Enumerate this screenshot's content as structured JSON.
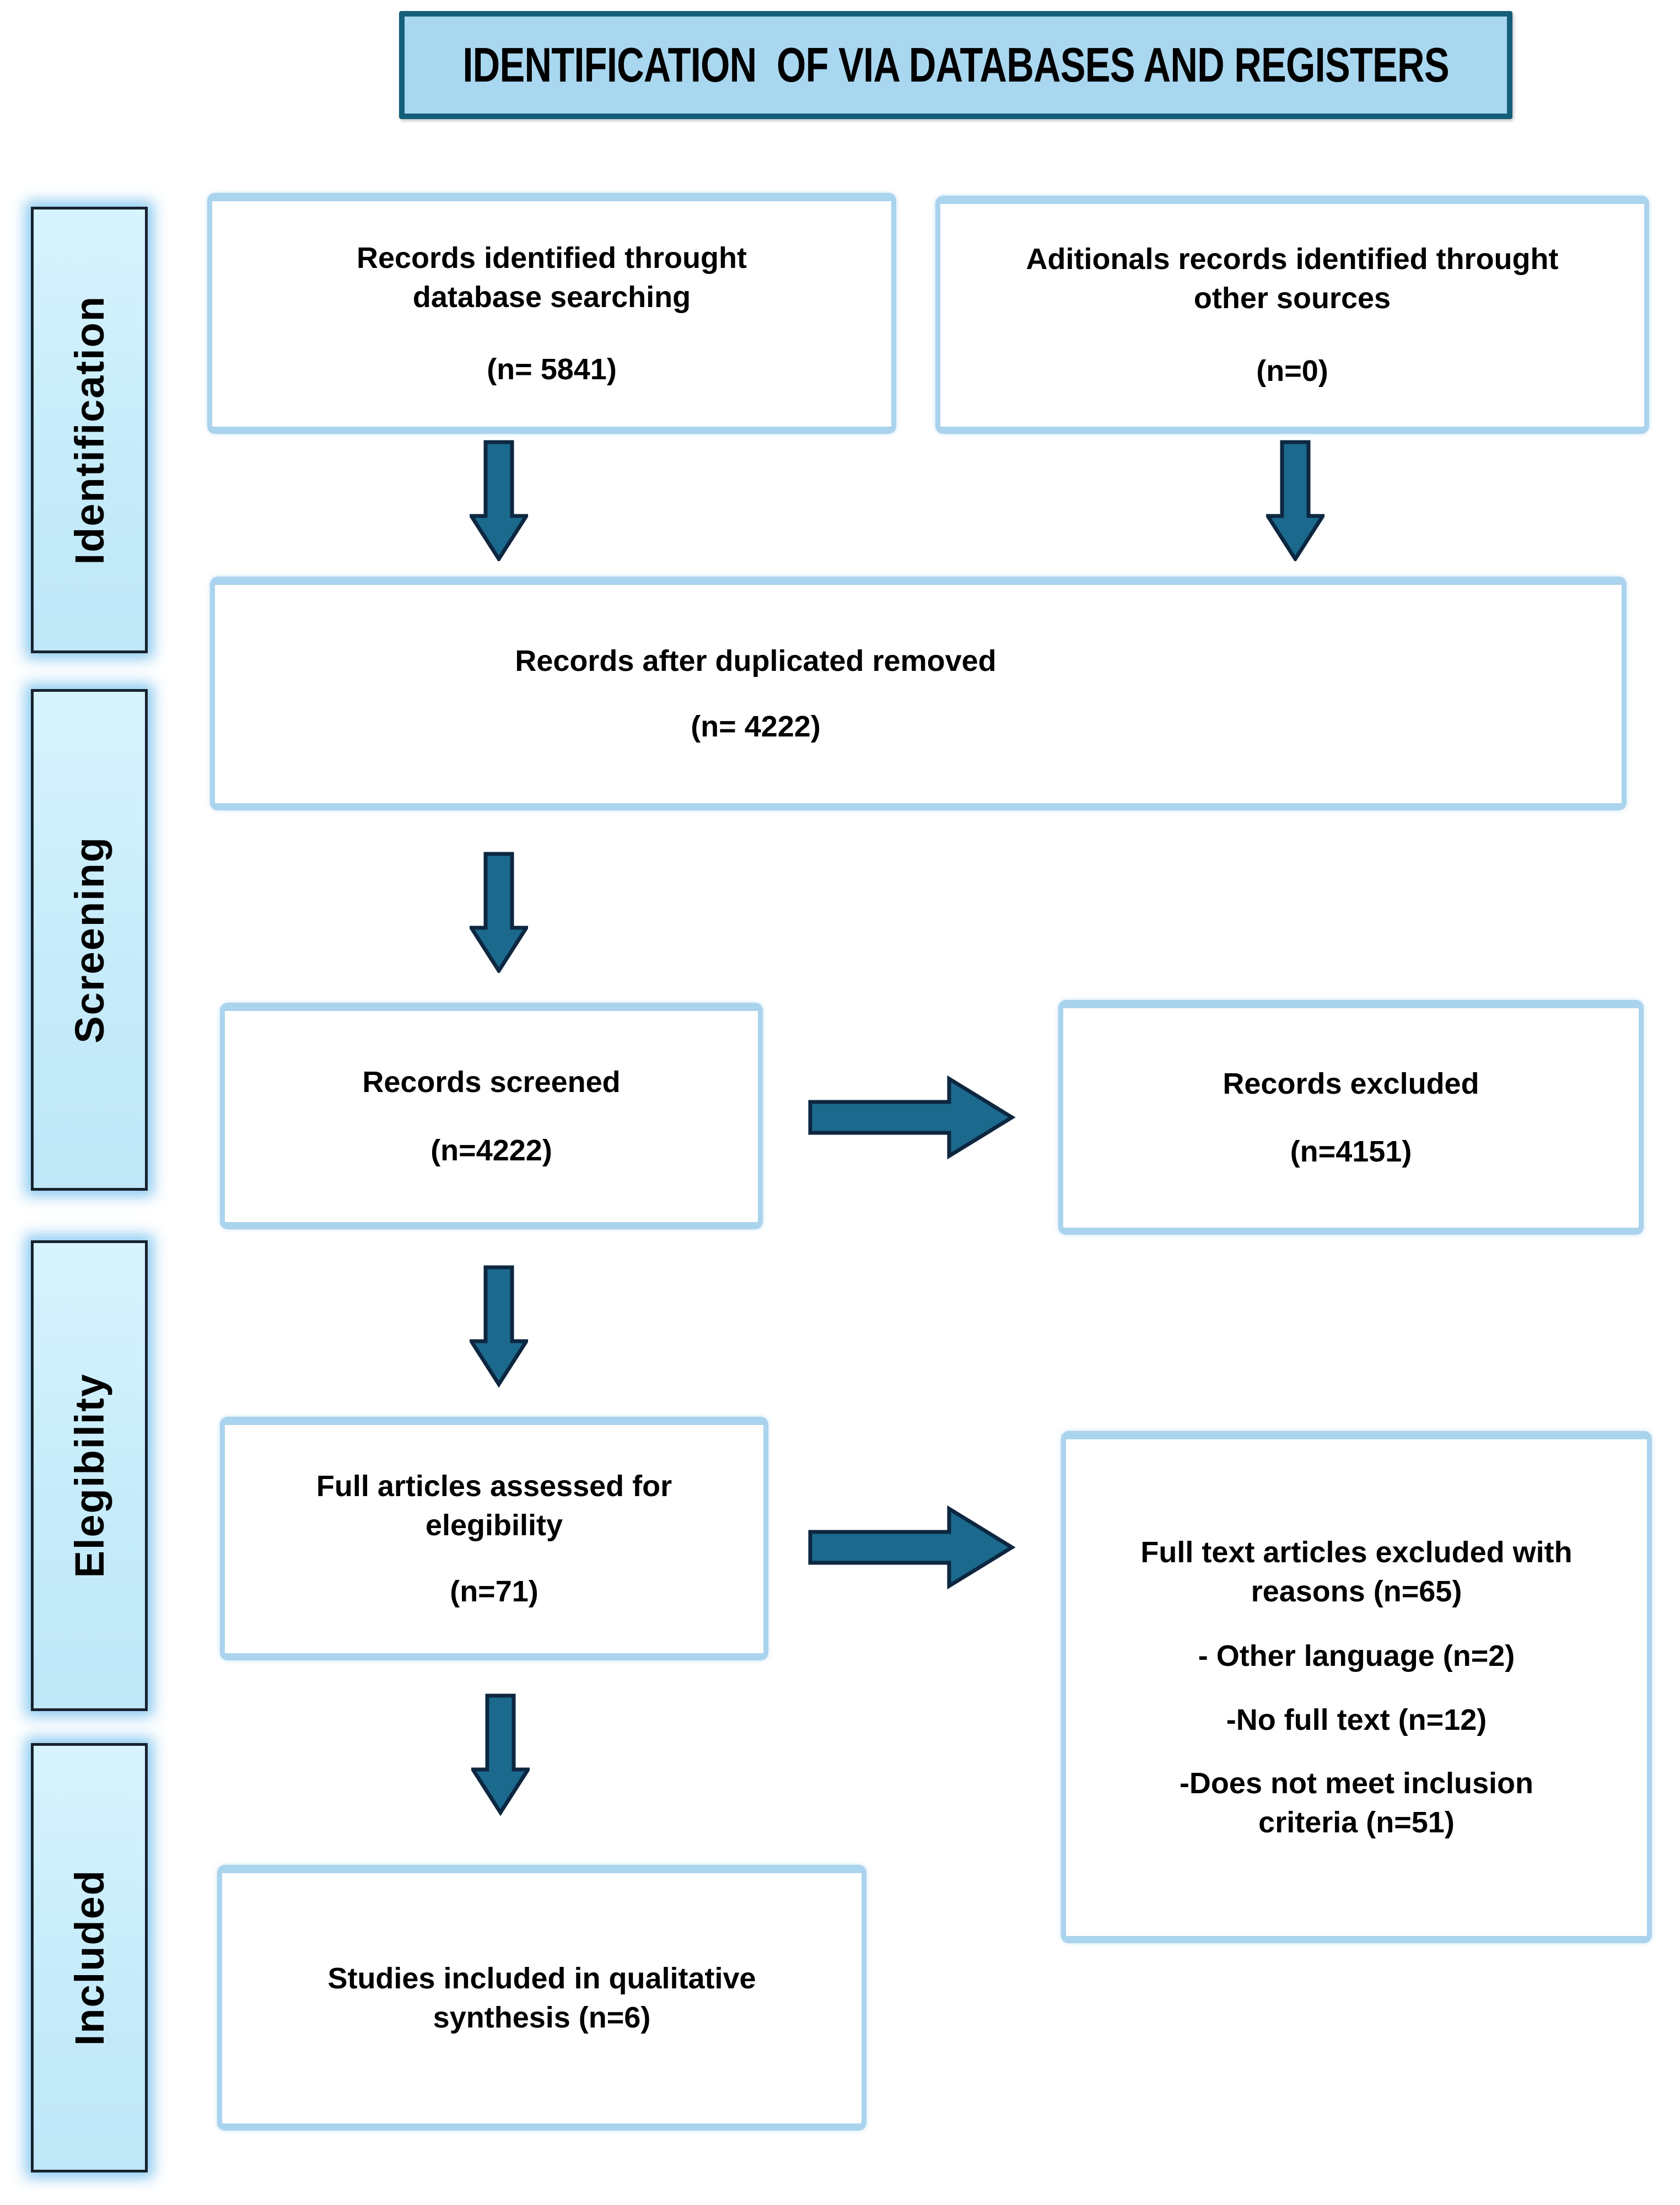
{
  "figure": {
    "title": "IDENTIFICATION  OF VIA DATABASES AND REGISTERS"
  },
  "stages": {
    "items": [
      {
        "label": "Identification"
      },
      {
        "label": "Screening"
      },
      {
        "label": "Elegibility"
      },
      {
        "label": "Included"
      }
    ]
  },
  "boxes": {
    "db_search": {
      "label": "Records identified throught\ndatabase searching",
      "count": "(n= 5841)"
    },
    "other_sources": {
      "label": "Aditionals records identified throught\nother sources",
      "count": "(n=0)"
    },
    "dedup": {
      "label": "Records after duplicated removed",
      "count": "(n= 4222)"
    },
    "screened": {
      "label": "Records screened",
      "count": "(n=4222)"
    },
    "records_excluded": {
      "label": "Records excluded",
      "count": "(n=4151)"
    },
    "assessed": {
      "label": "Full articles assessed for\nelegibility",
      "count": "(n=71)"
    },
    "fulltext_excluded": {
      "heading": "Full text articles excluded with\nreasons (n=65)",
      "reasons": [
        "- Other language (n=2)",
        "-No full text (n=12)",
        "-Does not meet inclusion\ncriteria (n=51)"
      ]
    },
    "included": {
      "label": "Studies included in qualitative\nsynthesis (n=6)"
    }
  },
  "colors": {
    "background": "#ffffff",
    "text": "#000000",
    "flowbox_border": "#aad3ee",
    "stage_fill": "#c9edfa",
    "stage_border": "#17222d",
    "title_fill": "#a9d7f0",
    "title_border": "#155f7a",
    "arrow_fill": "#1b6a8e",
    "arrow_outline": "#0d2740"
  }
}
